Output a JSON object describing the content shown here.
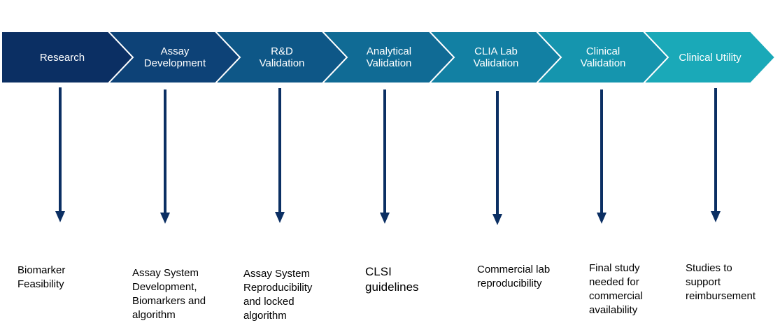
{
  "process": {
    "steps": [
      {
        "label": "Research",
        "color": "#0b2f63",
        "arrow_color": "#0b2f63",
        "description": "Biomarker\nFeasibility"
      },
      {
        "label": "Assay\nDevelopment",
        "color": "#0d4277",
        "arrow_color": "#0b2f63",
        "description": "Assay System\nDevelopment,\nBiomarkers and\nalgorithm"
      },
      {
        "label": "R&D\nValidation",
        "color": "#0e5787",
        "arrow_color": "#0b2f63",
        "description": "Assay System\nReproducibility\nand locked\nalgorithm"
      },
      {
        "label": "Analytical\nValidation",
        "color": "#106b95",
        "arrow_color": "#0b2f63",
        "description": "CLSI\nguidelines"
      },
      {
        "label": "CLIA Lab\nValidation",
        "color": "#1280a3",
        "arrow_color": "#0b2f63",
        "description": "Commercial lab\nreproducibility"
      },
      {
        "label": "Clinical\nValidation",
        "color": "#1595ae",
        "arrow_color": "#0b2f63",
        "description": "Final study\nneeded for\ncommercial\navailability"
      },
      {
        "label": "Clinical Utility",
        "color": "#1aa9b8",
        "arrow_color": "#0b2f63",
        "description": "Studies to\nsupport\nreimbursement"
      }
    ]
  }
}
